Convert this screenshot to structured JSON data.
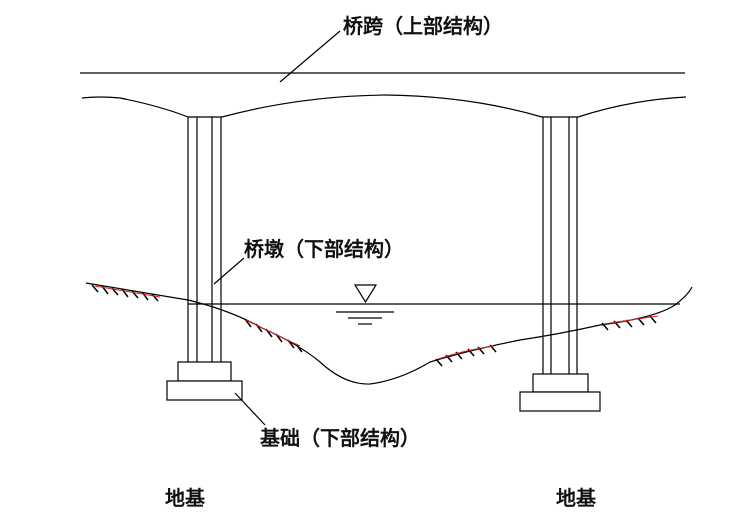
{
  "labels": {
    "span": "桥跨（上部结构）",
    "pier": "桥墩（下部结构）",
    "foundation": "基础（下部结构）",
    "ground_left": "地基",
    "ground_right": "地基"
  },
  "colors": {
    "line": "#000000",
    "bank_hatch": "#000000",
    "bank_accent": "#cc2222",
    "background": "#ffffff"
  },
  "icons": {
    "water_level": "water-level-triangle-icon"
  }
}
